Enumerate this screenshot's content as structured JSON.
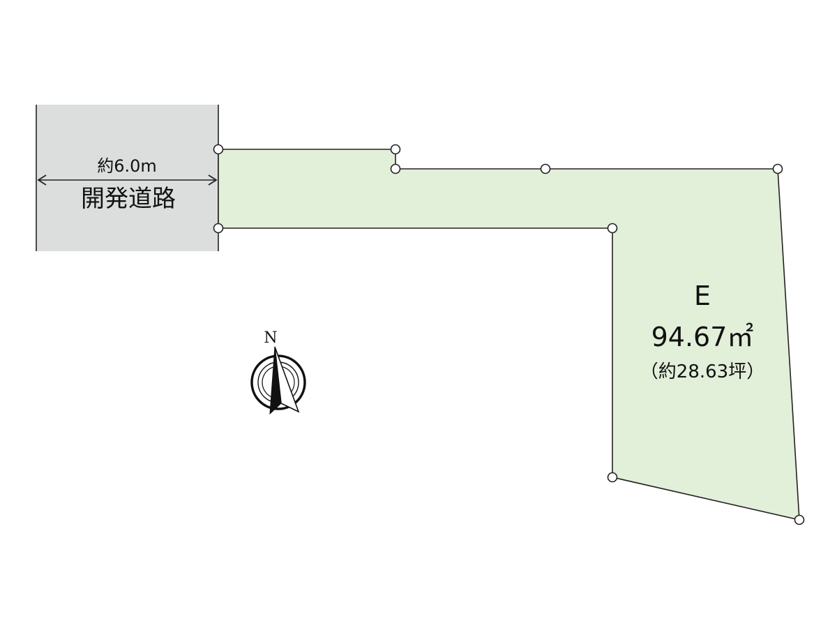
{
  "road": {
    "width_label": "約6.0m",
    "name": "開発道路",
    "fill_color": "#dcdddd"
  },
  "lot": {
    "id": "E",
    "area_sqm": "94.67㎡",
    "area_tsubo": "（約28.63坪）",
    "fill_color": "#e2efd9"
  },
  "compass": {
    "label": "N",
    "icon": "north-arrow-icon"
  }
}
